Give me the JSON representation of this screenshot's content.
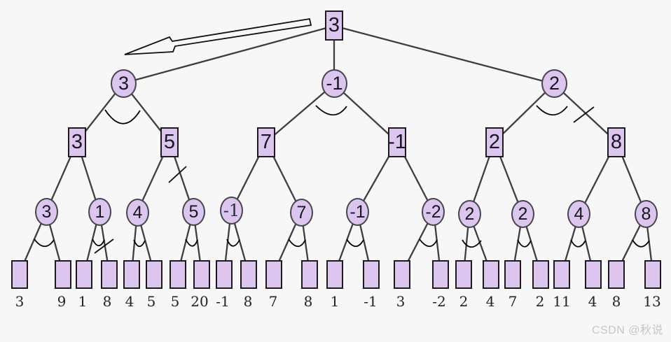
{
  "diagram": {
    "type": "minimax-alpha-beta-pruning-tree",
    "tree": {
      "root": "3",
      "level2": [
        "3",
        "-1",
        "2"
      ],
      "level3": [
        "3",
        "5",
        "7",
        "-1",
        "2",
        "8"
      ],
      "level4": [
        "3",
        "1",
        "4",
        "5",
        "-1",
        "7",
        "-1",
        "-2",
        "2",
        "2",
        "4",
        "8"
      ],
      "leaves": [
        "3",
        "9",
        "1",
        "8",
        "4",
        "5",
        "5",
        "20",
        "-1",
        "8",
        "7",
        "8",
        "1",
        "-1",
        "3",
        "-2",
        "2",
        "4",
        "7",
        "2",
        "11",
        "4",
        "8",
        "13"
      ]
    },
    "marks": {
      "pruned_edge_slashes": 3,
      "angle_arcs": 15,
      "arrow": "points from root toward left min node"
    },
    "colors": {
      "node_fill": "#dcc6f0",
      "node_border": "#1b1b1b",
      "edge": "#3e3e3e",
      "background": "#f7f7f8",
      "watermark": "#c6c6ca"
    }
  },
  "watermark": "CSDN @秋说"
}
